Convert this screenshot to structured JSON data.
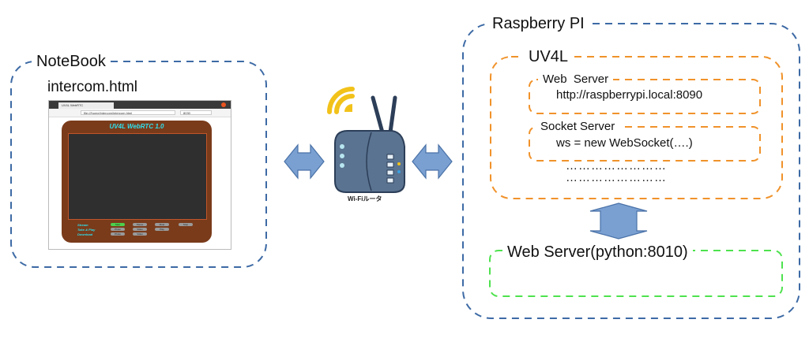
{
  "colors": {
    "notebook_border": "#3d6aa5",
    "raspberry_border": "#3d6aa5",
    "uv4l_border": "#f0922a",
    "server_border": "#f0922a",
    "python_border": "#4ee24e",
    "arrow_fill": "#7aa0d2",
    "arrow_stroke": "#4a72a8"
  },
  "notebook": {
    "title": "NoteBook",
    "page_label": "intercom.html",
    "browser": {
      "tab_label": "UV4L WebRTC",
      "url": "file:///home/intercom/intercom.html",
      "search": "8030",
      "app_title": "UV4L WebRTC 1.0",
      "controls": {
        "labels": [
          "Stream",
          "Take & Play",
          "Download"
        ],
        "buttons": [
          "Start",
          "Pause",
          "Mute",
          "Stop",
          "Photo",
          "Video",
          "Play",
          "Photo",
          "Video"
        ]
      }
    }
  },
  "router": {
    "icon": "wifi-router-icon",
    "label": "Wi-Fiルータ"
  },
  "raspberry": {
    "title": "Raspberry PI",
    "uv4l": {
      "title": "UV4L",
      "web_server": {
        "title": "Web  Server",
        "content": "http://raspberrypi.local:8090"
      },
      "socket_server": {
        "title": "Socket Server",
        "content": "ws = new WebSocket(….)"
      },
      "ellipsis": [
        "……………………",
        "……………………"
      ]
    },
    "python_server": {
      "title": "Web Server(python:8010)"
    }
  }
}
